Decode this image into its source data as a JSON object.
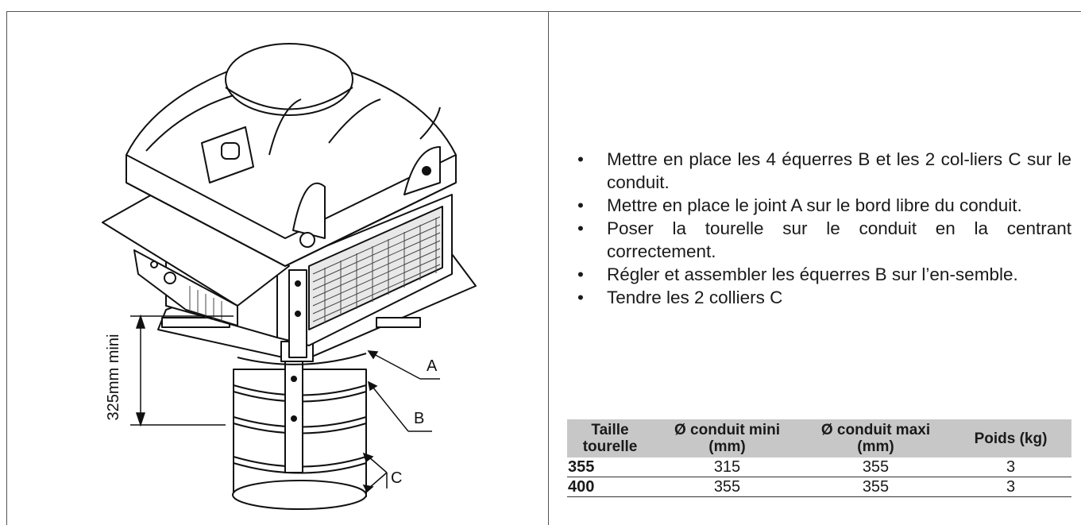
{
  "figure": {
    "dimension_label": "325mm mini",
    "callouts": [
      "A",
      "B",
      "C"
    ]
  },
  "instructions": [
    "Mettre en place les 4 équerres B et les 2 col-liers C sur le conduit.",
    "Mettre en place le joint A sur le bord libre du conduit.",
    "Poser la tourelle sur le conduit en la centrant correctement.",
    "Régler et assembler les équerres B sur l’en-semble.",
    "Tendre les 2 colliers C"
  ],
  "bullet": "•",
  "table": {
    "headers": [
      "Taille tourelle",
      "Ø conduit mini (mm)",
      "Ø conduit maxi (mm)",
      "Poids (kg)"
    ],
    "rows": [
      [
        "355",
        "315",
        "355",
        "3"
      ],
      [
        "400",
        "355",
        "355",
        "3"
      ]
    ]
  }
}
